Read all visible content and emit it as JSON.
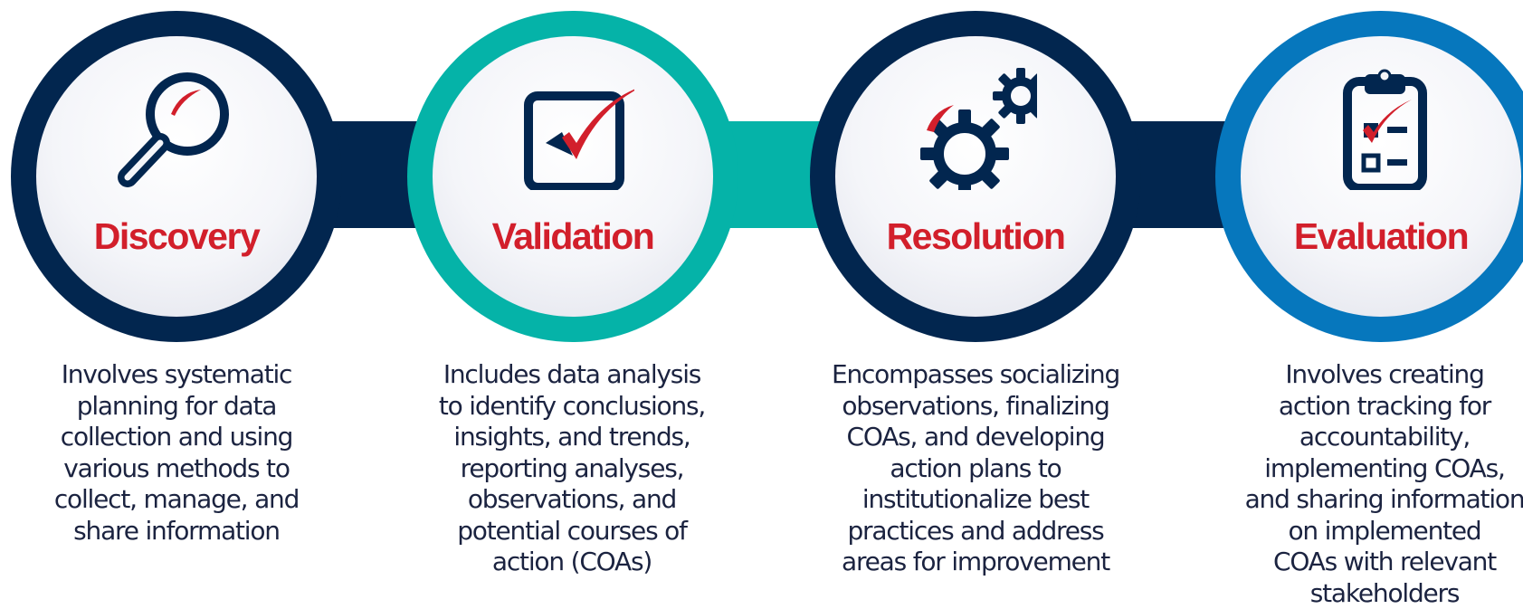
{
  "stages": [
    {
      "title": "Discovery",
      "icon": "magnifier-icon",
      "ring_color": "#02264f",
      "description": "Involves systematic\nplanning for data\ncollection and using\nvarious methods to\ncollect, manage, and\nshare information"
    },
    {
      "title": "Validation",
      "icon": "checkbox-check-icon",
      "ring_color": "#05b3a8",
      "description": "Includes data analysis\nto identify conclusions,\ninsights, and trends,\nreporting analyses,\nobservations, and\npotential courses of\naction (COAs)"
    },
    {
      "title": "Resolution",
      "icon": "gears-icon",
      "ring_color": "#02264f",
      "description": "Encompasses socializing\nobservations, finalizing\nCOAs, and developing\naction plans to\ninstitutionalize best\npractices and address\nareas for improvement"
    },
    {
      "title": "Evaluation",
      "icon": "clipboard-checklist-icon",
      "ring_color": "#0677bd",
      "description": "Involves creating\naction tracking for\naccountability,\nimplementing COAs,\nand sharing information\non implemented\nCOAs with relevant\nstakeholders"
    }
  ],
  "colors": {
    "navy": "#02264f",
    "teal": "#05b3a8",
    "blue": "#0677bd",
    "red": "#d21f2b",
    "text": "#1b2340"
  }
}
